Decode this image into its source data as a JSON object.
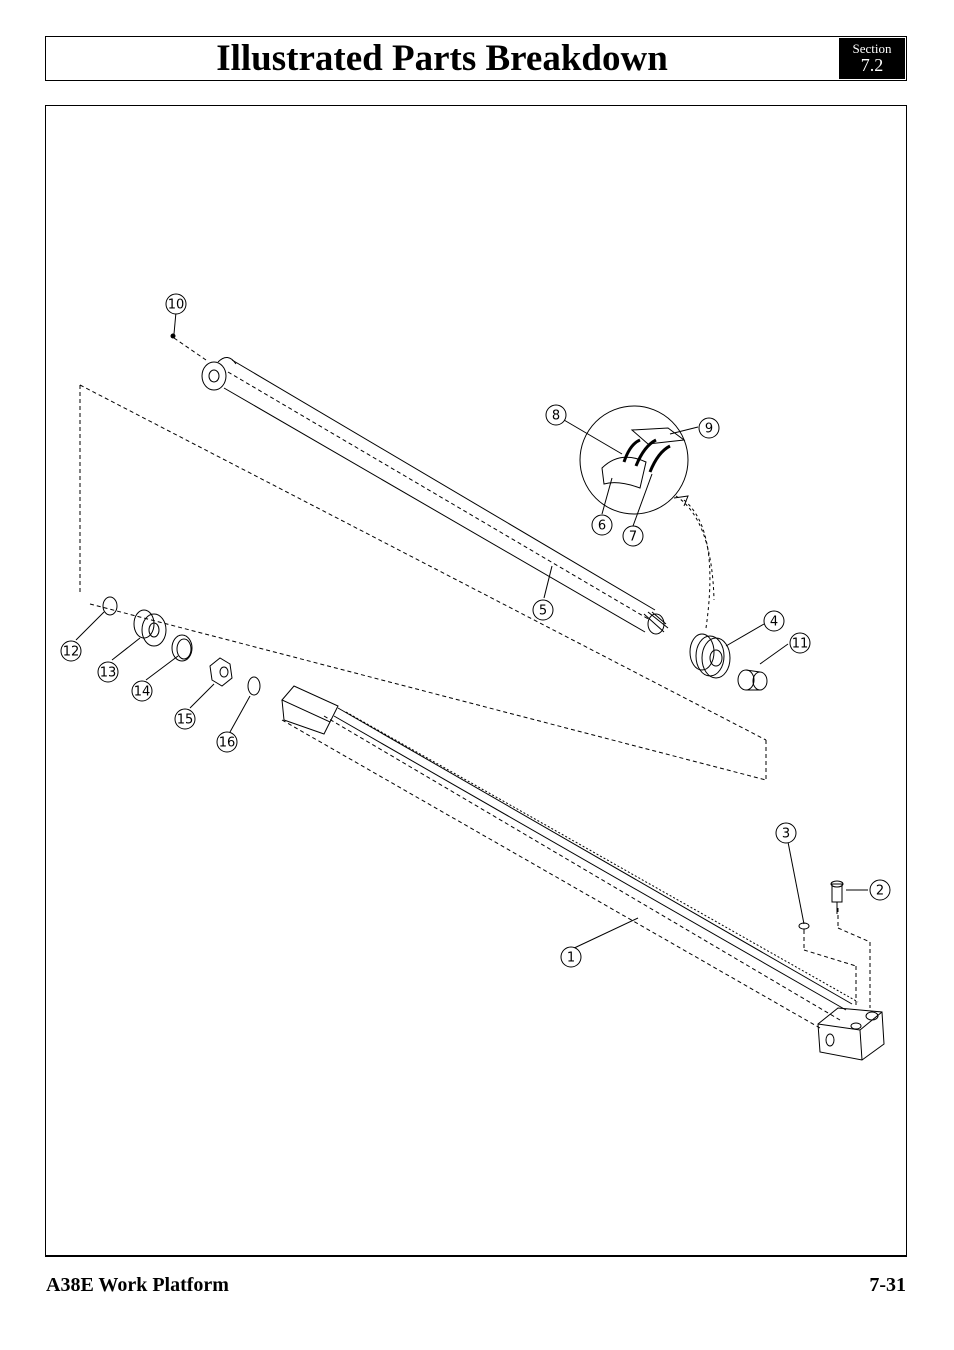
{
  "header": {
    "title": "Illustrated Parts Breakdown",
    "section_label": "Section",
    "section_number": "7.2"
  },
  "callouts": [
    {
      "label": "1"
    },
    {
      "label": "2"
    },
    {
      "label": "3"
    },
    {
      "label": "4"
    },
    {
      "label": "5"
    },
    {
      "label": "6"
    },
    {
      "label": "7"
    },
    {
      "label": "8"
    },
    {
      "label": "9"
    },
    {
      "label": "10"
    },
    {
      "label": "11"
    },
    {
      "label": "12"
    },
    {
      "label": "13"
    },
    {
      "label": "14"
    },
    {
      "label": "15"
    },
    {
      "label": "16"
    }
  ],
  "footer": {
    "product": "A38E Work Platform",
    "page": "7-31"
  }
}
